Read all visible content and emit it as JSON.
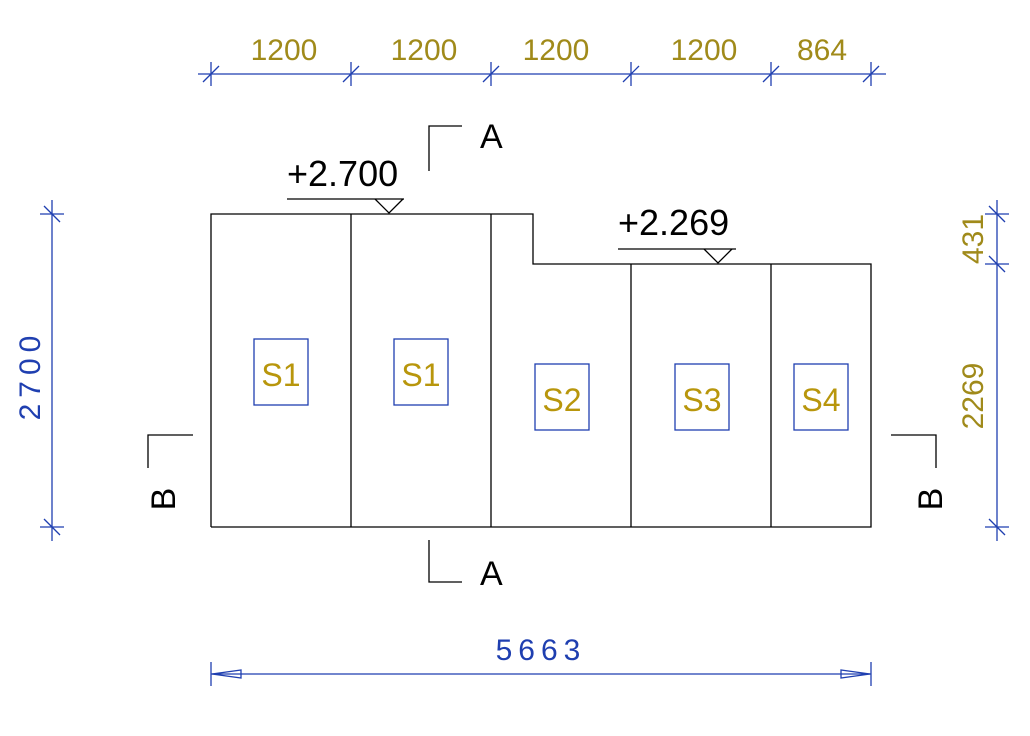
{
  "colors": {
    "outline": "#000000",
    "dimension_gold": "#a08a1a",
    "dimension_blue": "#1f3fb0",
    "tag_box": "#1f3fb0",
    "tag_text": "#b8960c"
  },
  "top_dimensions": [
    "1200",
    "1200",
    "1200",
    "1200",
    "864"
  ],
  "overall_width": "5663",
  "left_height": "2700",
  "right_dimensions": {
    "upper": "431",
    "lower": "2269"
  },
  "elevations": {
    "high": "+2.700",
    "low": "+2.269"
  },
  "sections": {
    "a_top": "A",
    "a_bottom": "A",
    "b_left": "B",
    "b_right": "B"
  },
  "panels": [
    {
      "tag": "S1"
    },
    {
      "tag": "S1"
    },
    {
      "tag": "S2"
    },
    {
      "tag": "S3"
    },
    {
      "tag": "S4"
    }
  ]
}
